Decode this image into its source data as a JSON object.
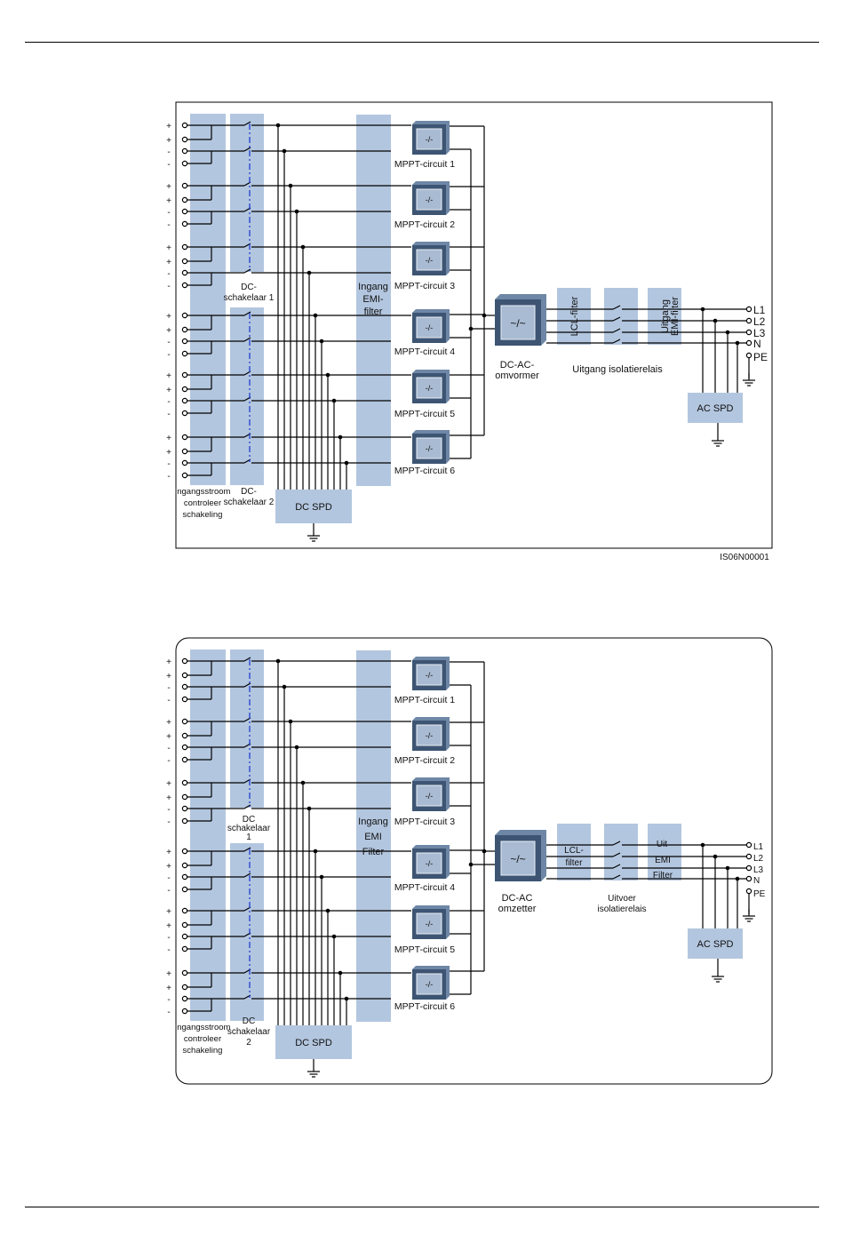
{
  "colors": {
    "block": "#b3c6df",
    "box_dark": "#3d5573",
    "box_mid": "#6e87a6",
    "box_light": "#a9bbd2",
    "line": "#000000",
    "switch_dash": "#1f3fd0"
  },
  "icon_names": {
    "dc_dc": "dc-dc-converter-icon",
    "dc_ac": "dc-ac-inverter-icon",
    "ground": "ground-icon",
    "terminal": "terminal-circle-icon"
  },
  "diagram1": {
    "figure_id": "IS06N00001",
    "input_polarity": [
      "+",
      "+",
      "-",
      "-"
    ],
    "input_block": "Ingangsstroom controleer schakeling",
    "input_block_lines": [
      "Ingangsstroom",
      "controleer",
      "schakeling"
    ],
    "dc_switch_1": "DC- schakelaar 1",
    "dc_switch_1_lines": [
      "DC-",
      "schakelaar 1"
    ],
    "dc_switch_2": "DC- schakelaar 2",
    "dc_switch_2_lines": [
      "DC-",
      "schakelaar 2"
    ],
    "dc_spd": "DC SPD",
    "emi_in": "Ingang EMI- filter",
    "emi_in_lines": [
      "Ingang",
      "EMI-",
      "filter"
    ],
    "mppt": [
      "MPPT-circuit 1",
      "MPPT-circuit 2",
      "MPPT-circuit 3",
      "MPPT-circuit 4",
      "MPPT-circuit 5",
      "MPPT-circuit 6"
    ],
    "dcac": "DC-AC- omvormer",
    "dcac_lines": [
      "DC-AC-",
      "omvormer"
    ],
    "lcl": "LCL-filter",
    "relay": "Uitgang isolatierelais",
    "emi_out": "Uitgang EMI-filter",
    "emi_out_lines": [
      "Uitgang",
      "EMI-filter"
    ],
    "outputs": [
      "L1",
      "L2",
      "L3",
      "N",
      "PE"
    ],
    "ac_spd": "AC SPD"
  },
  "diagram2": {
    "input_polarity": [
      "+",
      "+",
      "-",
      "-"
    ],
    "input_block": "Ingangsstroom controleer schakeling",
    "input_block_lines": [
      "Ingangsstroom",
      "controleer",
      "schakeling"
    ],
    "dc_switch_1": "DC schakelaar 1",
    "dc_switch_1_lines": [
      "DC",
      "schakelaar",
      "1"
    ],
    "dc_switch_2": "DC schakelaar 2",
    "dc_switch_2_lines": [
      "DC",
      "schakelaar",
      "2"
    ],
    "dc_spd": "DC SPD",
    "emi_in": "Ingang EMI Filter",
    "emi_in_lines": [
      "Ingang",
      "EMI",
      "Filter"
    ],
    "mppt": [
      "MPPT-circuit 1",
      "MPPT-circuit 2",
      "MPPT-circuit 3",
      "MPPT-circuit 4",
      "MPPT-circuit 5",
      "MPPT-circuit 6"
    ],
    "dcac": "DC-AC omzetter",
    "dcac_lines": [
      "DC-AC",
      "omzetter"
    ],
    "lcl": "LCL- filter",
    "lcl_lines": [
      "LCL-",
      "filter"
    ],
    "relay": "Uitvoer isolatierelais",
    "relay_lines": [
      "Uitvoer",
      "isolatierelais"
    ],
    "emi_out": "Uit EMI Filter",
    "emi_out_lines": [
      "Uit",
      "EMI",
      "Filter"
    ],
    "outputs": [
      "L1",
      "L2",
      "L3",
      "N",
      "PE"
    ],
    "ac_spd": "AC SPD"
  }
}
